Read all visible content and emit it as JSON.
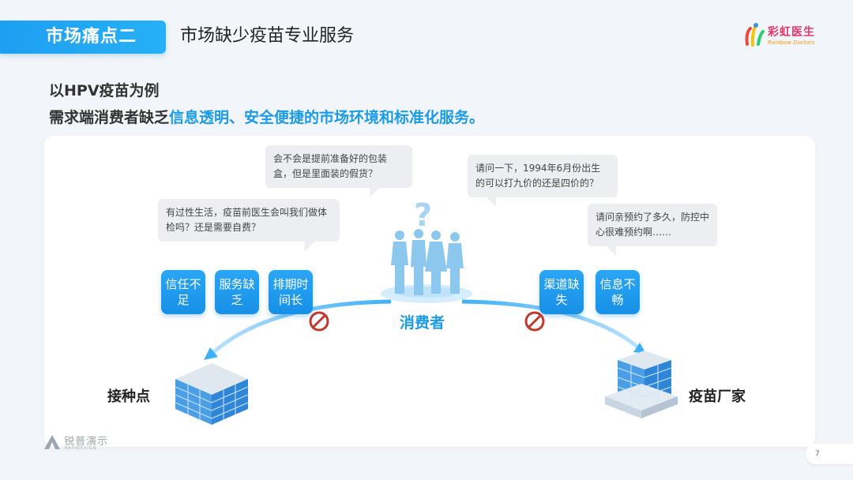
{
  "header": {
    "tag": "市场痛点二",
    "title": "市场缺少疫苗专业服务",
    "brand_cn": "彩虹医生",
    "brand_en": "Rainbow Doctors"
  },
  "intro": {
    "line1": "以HPV疫苗为例",
    "line2_prefix": "需求端消费者缺乏",
    "line2_highlight": "信息透明、安全便捷的市场环境和标准化服务。"
  },
  "diagram": {
    "question_mark": "?",
    "consumer": "消费者",
    "bubbles": [
      "会不会是提前准备好的包装盒，但是里面装的假货？",
      "请问一下，1994年6月份出生的可以打九价的还是四价的？",
      "有过性生活，疫苗前医生会叫我们做体检吗？还是需要自费？",
      "请问亲预约了多久，防控中心很难预约啊……"
    ],
    "left_chips": [
      "信任不足",
      "服务缺乏",
      "排期时间长"
    ],
    "right_chips": [
      "渠道缺失",
      "信息不畅"
    ],
    "left_node": "接种点",
    "right_node": "疫苗厂家"
  },
  "footer": {
    "watermark": "锐普演示",
    "watermark_sub": "RAPIDESIGN",
    "page": "7"
  },
  "colors": {
    "accent": "#1a9be8",
    "chip": "#1790e6",
    "blocked": "#c0392b"
  }
}
